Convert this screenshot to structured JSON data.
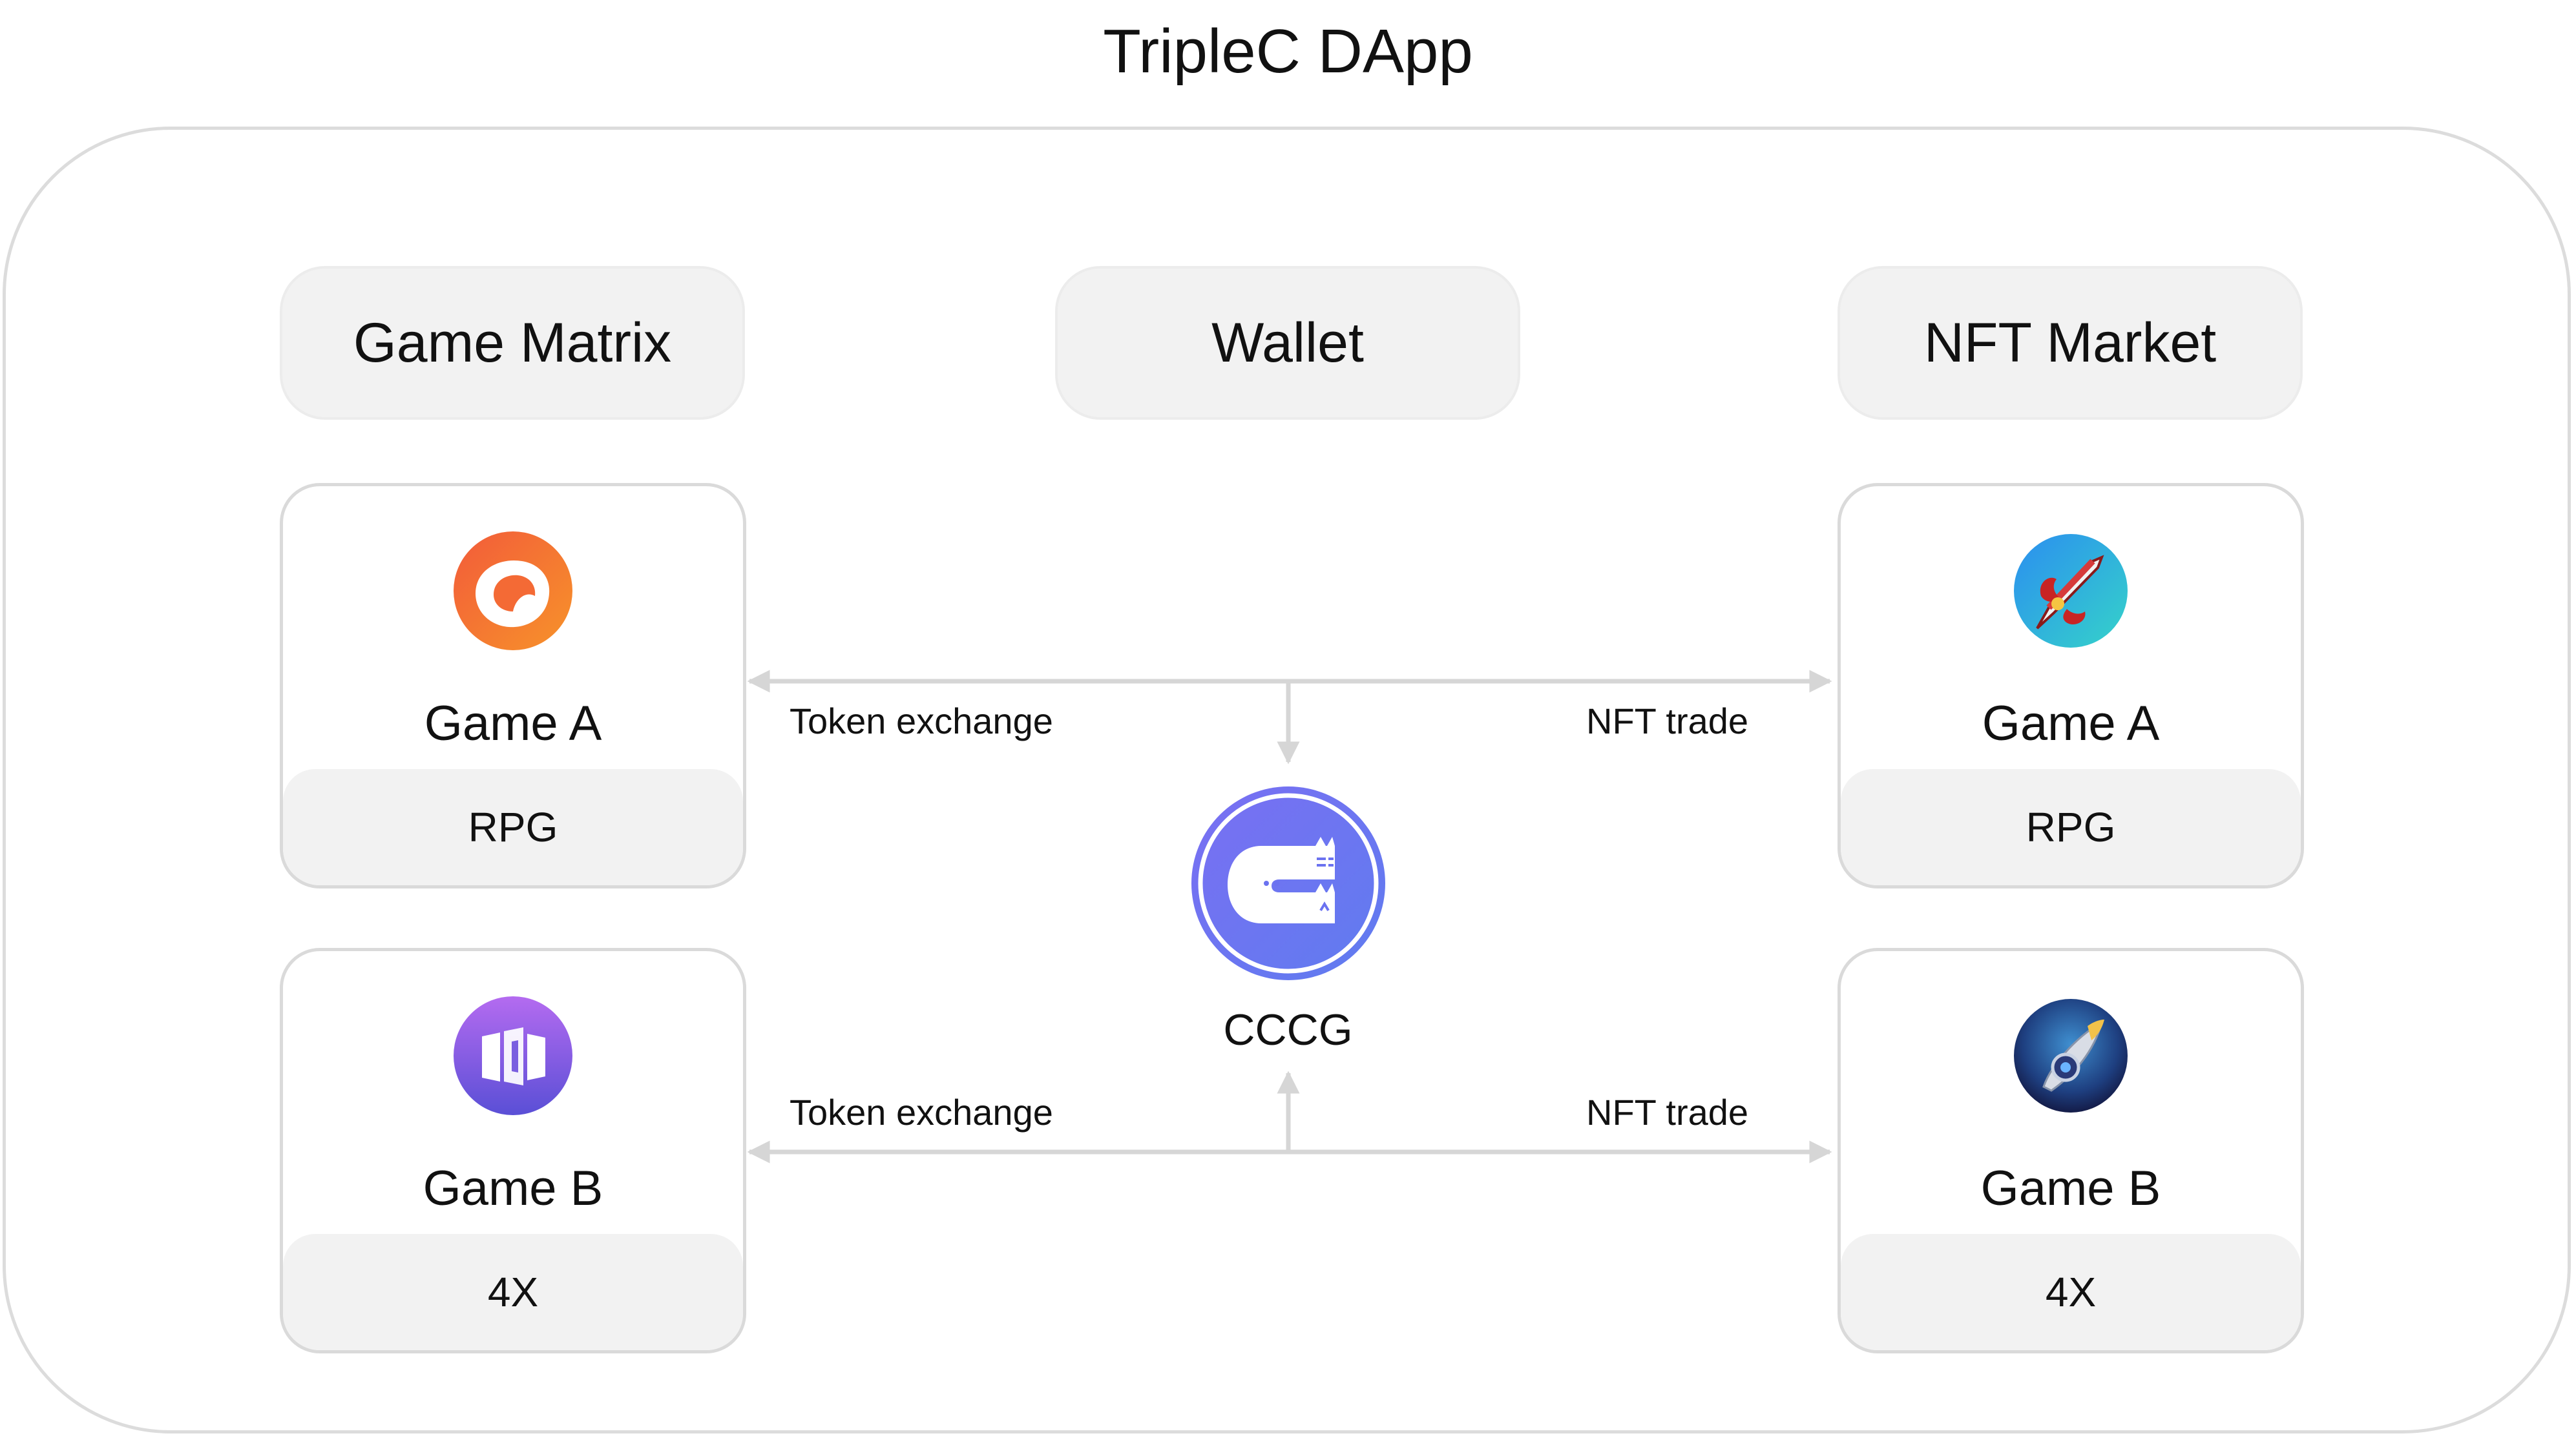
{
  "title": "TripleC DApp",
  "colors": {
    "frame_border": "#dcdcdc",
    "header_fill": "#f2f2f2",
    "card_border": "#dadada",
    "connector": "#d6d6d6",
    "cccg_purple": "#6b72f0"
  },
  "headers": {
    "game_matrix": "Game Matrix",
    "wallet": "Wallet",
    "nft_market": "NFT Market"
  },
  "left_cards": [
    {
      "name": "Game A",
      "genre": "RPG",
      "icon": "orange-game-logo-icon"
    },
    {
      "name": "Game B",
      "genre": "4X",
      "icon": "purple-game-logo-icon"
    }
  ],
  "right_cards": [
    {
      "name": "Game A",
      "genre": "RPG",
      "icon": "sword-nft-icon"
    },
    {
      "name": "Game B",
      "genre": "4X",
      "icon": "blade-nft-icon"
    }
  ],
  "center": {
    "label": "CCCG",
    "icon": "cccg-cat-logo-icon"
  },
  "edges": {
    "top_left": "Token exchange",
    "top_right": "NFT trade",
    "bottom_left": "Token exchange",
    "bottom_right": "NFT trade"
  }
}
